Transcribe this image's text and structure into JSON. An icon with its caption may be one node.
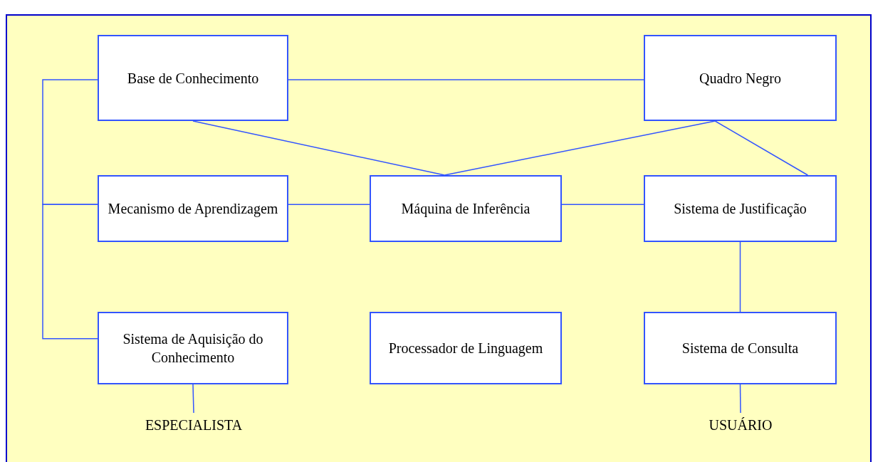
{
  "diagram": {
    "nodes": [
      {
        "text": [
          "Base de Conhecimento"
        ]
      },
      {
        "text": [
          "Quadro Negro"
        ]
      },
      {
        "text": [
          "Mecanismo de Aprendizagem"
        ]
      },
      {
        "text": [
          "Máquina de Inferência"
        ]
      },
      {
        "text": [
          "Sistema de Justificação"
        ]
      },
      {
        "text": [
          "Sistema de Aquisição do Conhecimento"
        ]
      },
      {
        "text": [
          "Processador de Linguagem"
        ]
      },
      {
        "text": [
          "Sistema de Consulta"
        ]
      },
      {
        "text": [
          "ESPECIALISTA"
        ]
      },
      {
        "text": [
          "USUÁRIO"
        ]
      }
    ],
    "edges": [
      {
        "from": 0,
        "to": 1,
        "arrow": "none"
      },
      {
        "from": 0,
        "to": 3,
        "arrow": "none"
      },
      {
        "from": 1,
        "to": 3,
        "arrow": "none"
      },
      {
        "from": 1,
        "to": 4,
        "arrow": "none"
      },
      {
        "from": 0,
        "to": 2,
        "arrow": "none"
      },
      {
        "from": 2,
        "to": 5,
        "arrow": "none"
      },
      {
        "from": 2,
        "to": 3,
        "arrow": "none"
      },
      {
        "from": 3,
        "to": 4,
        "arrow": "none"
      },
      {
        "from": 4,
        "to": 7,
        "arrow": "none"
      },
      {
        "from": 5,
        "to": 8,
        "arrow": "none"
      },
      {
        "from": 7,
        "to": 9,
        "arrow": "none"
      }
    ]
  }
}
